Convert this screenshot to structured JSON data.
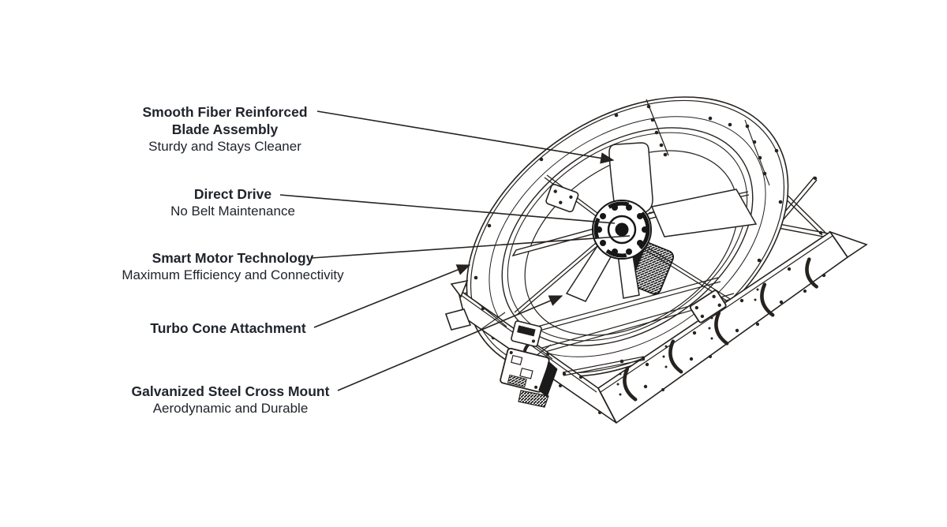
{
  "page": {
    "background": "#ffffff",
    "line_color": "#26221f",
    "text_color": "#20242b"
  },
  "diagram": {
    "callouts": [
      {
        "id": "blade-assembly",
        "title_line1": "Smooth Fiber Reinforced",
        "title_line2": "Blade Assembly",
        "subtitle": "Sturdy and Stays Cleaner"
      },
      {
        "id": "direct-drive",
        "title_line1": "Direct Drive",
        "subtitle": "No Belt Maintenance"
      },
      {
        "id": "smart-motor",
        "title_line1": "Smart Motor Technology",
        "subtitle": "Maximum Efficiency and Connectivity"
      },
      {
        "id": "turbo-cone",
        "title_line1": "Turbo Cone Attachment"
      },
      {
        "id": "cross-mount",
        "title_line1": "Galvanized Steel Cross Mount",
        "subtitle": "Aerodynamic and Durable"
      }
    ]
  }
}
